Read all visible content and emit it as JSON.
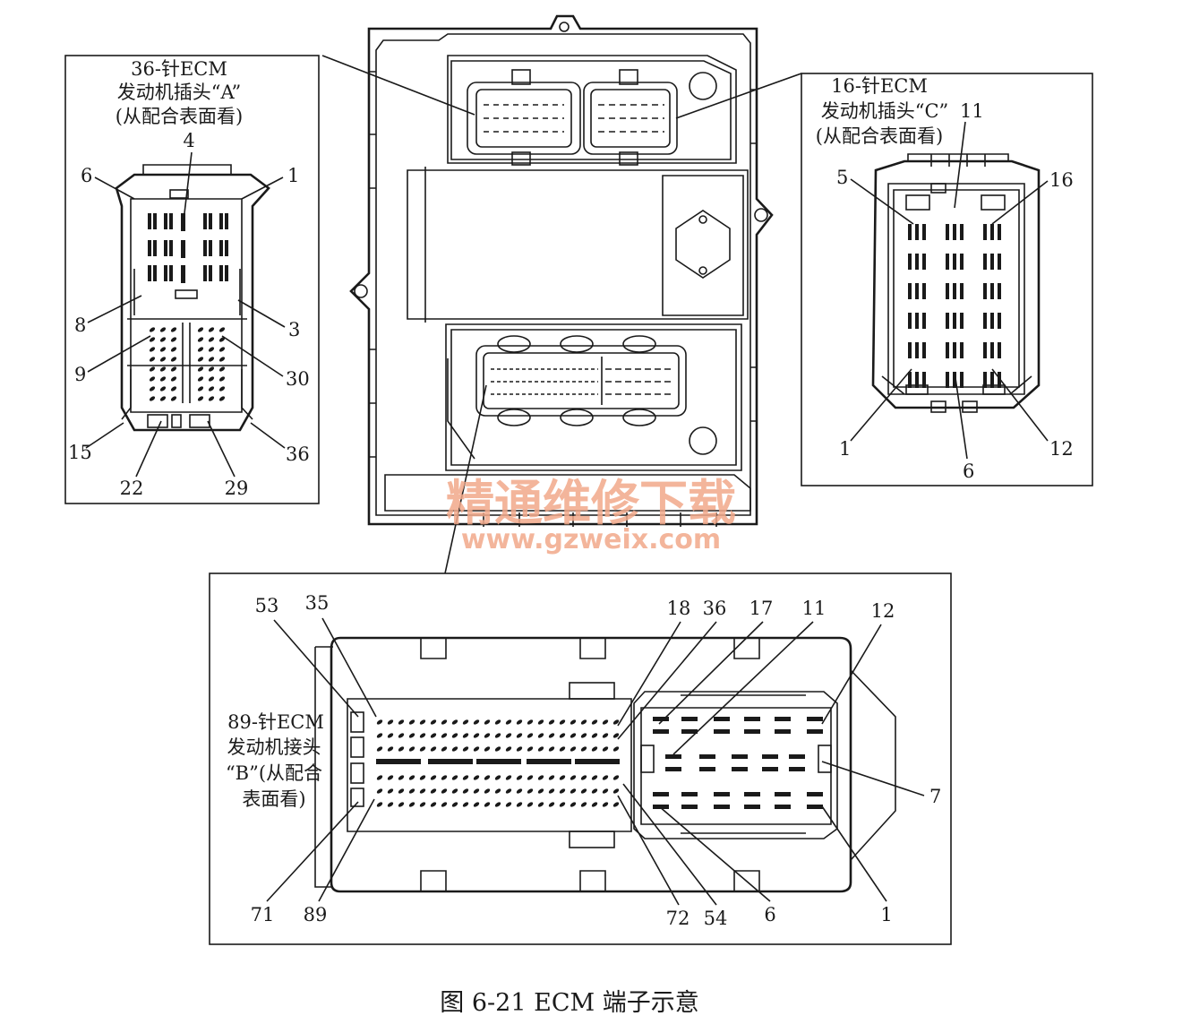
{
  "caption": "图 6-21    ECM 端子示意",
  "watermark": {
    "cn": "精通维修下载",
    "url": "www.gzweix.com"
  },
  "connector_a": {
    "title_lines": [
      "36-针ECM",
      "发动机插头“A”",
      "(从配合表面看)"
    ],
    "pins": {
      "p6": "6",
      "p4": "4",
      "p1": "1",
      "p8": "8",
      "p3": "3",
      "p9": "9",
      "p30": "30",
      "p15": "15",
      "p36": "36",
      "p22": "22",
      "p29": "29"
    }
  },
  "connector_c": {
    "title_lines": [
      "16-针ECM",
      "发动机插头“C”",
      "(从配合表面看)"
    ],
    "pins": {
      "p11": "11",
      "p5": "5",
      "p16": "16",
      "p1": "1",
      "p6": "6",
      "p12": "12"
    }
  },
  "connector_b": {
    "title_lines": [
      "89-针ECM",
      "发动机接头",
      "“B”(从配合",
      "表面看)"
    ],
    "pins": {
      "p53": "53",
      "p35": "35",
      "p18": "18",
      "p36": "36",
      "p17": "17",
      "p11": "11",
      "p12": "12",
      "p7": "7",
      "p71": "71",
      "p89": "89",
      "p72": "72",
      "p54": "54",
      "p6": "6",
      "p1": "1"
    }
  }
}
